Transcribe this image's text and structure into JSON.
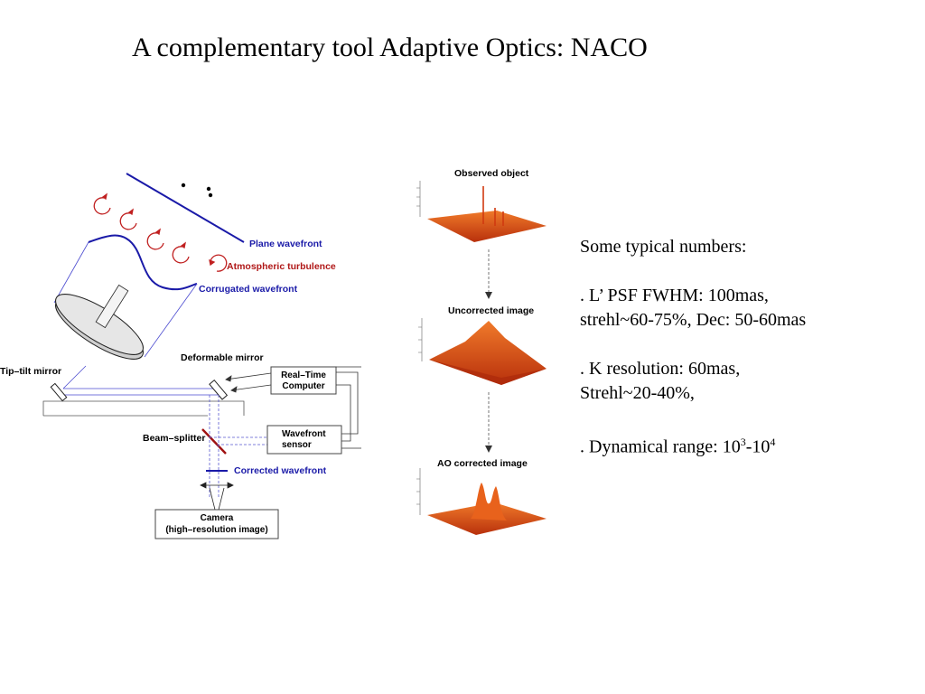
{
  "title": "A complementary tool Adaptive Optics: NACO",
  "diagram": {
    "plane_wavefront": "Plane wavefront",
    "atmospheric_turbulence": "Atmospheric turbulence",
    "corrugated_wavefront": "Corrugated wavefront",
    "tip_tilt_mirror": "Tip–tilt mirror",
    "deformable_mirror": "Deformable mirror",
    "real_time_computer_line1": "Real–Time",
    "real_time_computer_line2": "Computer",
    "beam_splitter": "Beam–splitter",
    "wavefront_sensor_line1": "Wavefront",
    "wavefront_sensor_line2": "sensor",
    "corrected_wavefront": "Corrected wavefront",
    "camera_line1": "Camera",
    "camera_line2": "(high–resolution image)"
  },
  "panels": {
    "observed": "Observed object",
    "uncorrected": "Uncorrected image",
    "ao_corrected": "AO corrected image"
  },
  "notes": {
    "heading": "Some typical numbers:",
    "lp_line1": ". L’ PSF FWHM: 100mas,",
    "lp_line2": "strehl~60-75%, Dec: 50-60mas",
    "k_line1": ". K resolution: 60mas,",
    "k_line2": "Strehl~20-40%,",
    "dyn_prefix": ". Dynamical range: 10",
    "dyn_exp1": "3",
    "dyn_mid": "-10",
    "dyn_exp2": "4"
  },
  "colors": {
    "wavefront_blue": "#1a1aa8",
    "turbulence_red": "#c02020",
    "splitter_red": "#a01010",
    "surface_orange": "#e24a12",
    "surface_dark": "#a8260a"
  }
}
